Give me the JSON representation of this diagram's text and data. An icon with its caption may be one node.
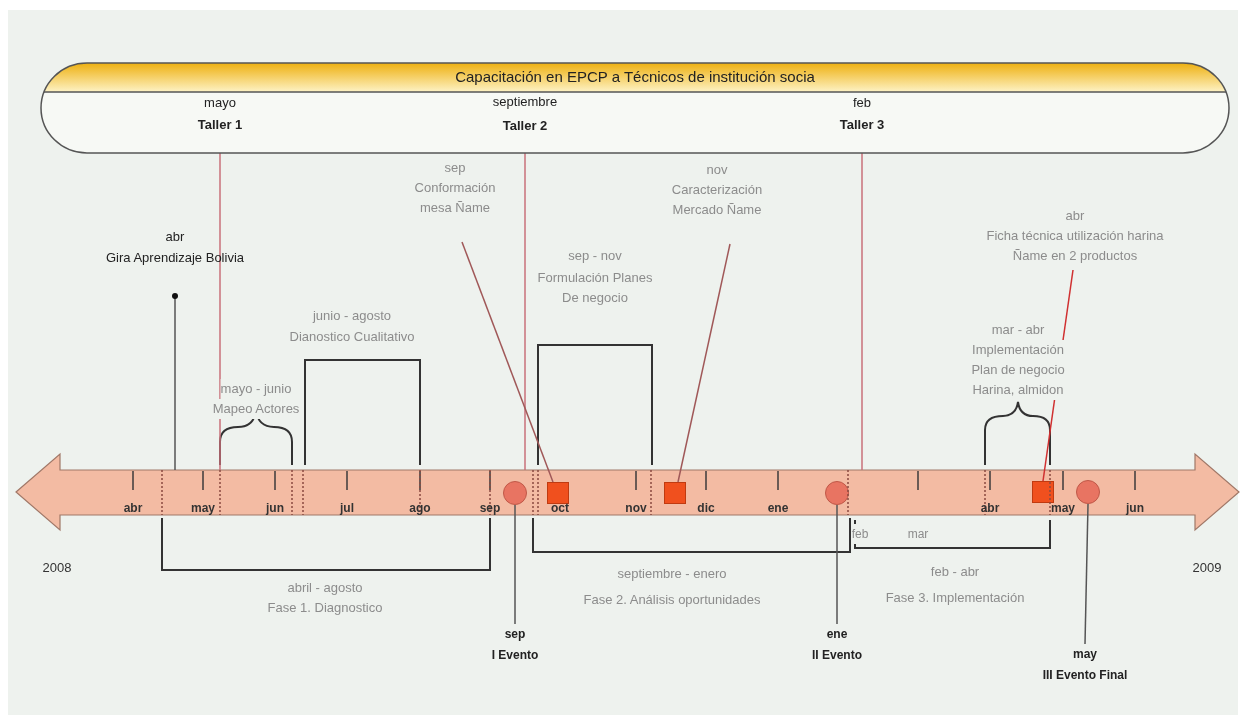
{
  "diagram": {
    "nodes": [
      {
        "text": [
          "Capacitación en EPCP a Técnicos de institución socia"
        ]
      },
      {
        "text": [
          "mayo",
          "Taller 1"
        ],
        "in": 0
      },
      {
        "text": [
          "septiembre",
          "Taller 2"
        ],
        "in": 0
      },
      {
        "text": [
          "feb",
          "Taller 3"
        ],
        "in": 0
      },
      {
        "text": [
          "abr",
          "Gira Aprendizaje Bolivia"
        ]
      },
      {
        "text": [
          "sep",
          "Conformación mesa Ñame"
        ]
      },
      {
        "text": [
          "nov",
          "Caracterización Mercado Ñame"
        ]
      },
      {
        "text": [
          "abr",
          "Ficha técnica utilización harina Ñame en 2 productos"
        ]
      },
      {
        "text": [],
        "shape": "arrow"
      },
      {
        "text": [],
        "shape": "circle",
        "in": 8
      },
      {
        "text": [],
        "shape": "box",
        "in": 8
      },
      {
        "text": [],
        "shape": "box",
        "in": 8
      },
      {
        "text": [],
        "shape": "circle",
        "in": 8
      },
      {
        "text": [],
        "shape": "box",
        "in": 8
      },
      {
        "text": [],
        "shape": "circle",
        "in": 8
      },
      {
        "text": [
          "sep",
          "I Evento"
        ]
      },
      {
        "text": [
          "ene",
          "II Evento"
        ]
      },
      {
        "text": [
          "may",
          "III Evento Final"
        ]
      }
    ],
    "edges": [
      {
        "from": 4,
        "to": 8,
        "arrow": "other"
      },
      {
        "from": 1,
        "to": 8,
        "arrow": "other",
        "color": "#c8707a"
      },
      {
        "from": 2,
        "to": 8,
        "arrow": "other",
        "color": "#c8707a"
      },
      {
        "from": 3,
        "to": 8,
        "arrow": "other",
        "color": "#c8707a"
      },
      {
        "from": 5,
        "to": 10,
        "arrow": "none",
        "color": "#a05858"
      },
      {
        "from": 6,
        "to": 11,
        "arrow": "none",
        "color": "#a05858"
      },
      {
        "from": 7,
        "to": 13,
        "arrow": "none",
        "color": "#d03030"
      },
      {
        "from": 9,
        "to": 15,
        "arrow": "none"
      },
      {
        "from": 12,
        "to": 16,
        "arrow": "none"
      },
      {
        "from": 14,
        "to": 17,
        "arrow": "none"
      }
    ],
    "labels": [
      "sep - nov",
      "Formulación Planes De negocio",
      "junio - agosto",
      "Dianostico Cualitativo",
      "mar - abr",
      "Implementación Plan de negocio Harina, almidon",
      "mayo - junio",
      "Mapeo Actores",
      "abr",
      "may",
      "jun",
      "jul",
      "ago",
      "sep",
      "oct",
      "nov",
      "dic",
      "ene",
      "feb",
      "mar",
      "abr",
      "may",
      "jun",
      "2008",
      "abril - agosto",
      "Fase 1. Diagnostico",
      "septiembre - enero",
      "Fase 2. Análisis oportunidades",
      "feb - abr",
      "Fase 3. Implementación",
      "2009"
    ]
  }
}
